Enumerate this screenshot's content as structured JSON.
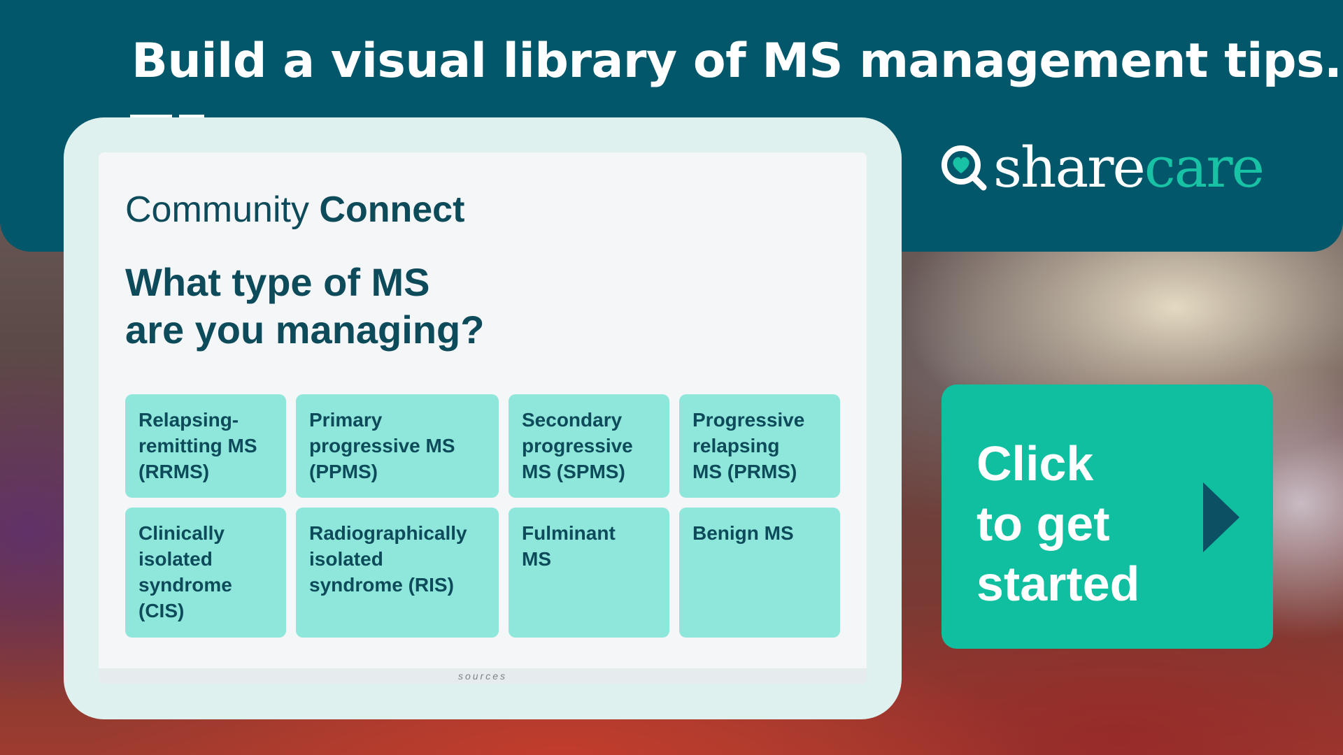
{
  "banner": {
    "headline": "Build a visual library of MS management tips."
  },
  "logo": {
    "share": "share",
    "care": "care",
    "icon": "heart-magnifier-icon"
  },
  "screen": {
    "brand_regular": "Community",
    "brand_bold": "Connect",
    "question_lines": [
      "What type of MS",
      "are you managing?"
    ],
    "options": [
      {
        "lines": [
          "Relapsing-",
          "remitting MS",
          "(RRMS)"
        ]
      },
      {
        "lines": [
          "Primary",
          "progressive MS",
          "(PPMS)"
        ]
      },
      {
        "lines": [
          "Secondary",
          "progressive",
          "MS (SPMS)"
        ]
      },
      {
        "lines": [
          "Progressive",
          "relapsing",
          "MS (PRMS)"
        ]
      },
      {
        "lines": [
          "Clinically",
          "isolated",
          "syndrome",
          "(CIS)"
        ]
      },
      {
        "lines": [
          "Radiographically",
          "isolated",
          "syndrome (RIS)"
        ]
      },
      {
        "lines": [
          "Fulminant",
          "MS"
        ]
      },
      {
        "lines": [
          "Benign MS"
        ]
      }
    ],
    "sources_label": "sources"
  },
  "cta": {
    "lines": [
      "Click",
      "to get",
      "started"
    ],
    "icon": "play-arrow-icon"
  },
  "colors": {
    "banner": "#02586a",
    "tile": "#8ee7da",
    "tile_text": "#0d4a5a",
    "cta": "#0fbf9f",
    "logo_accent": "#18c2a4"
  }
}
